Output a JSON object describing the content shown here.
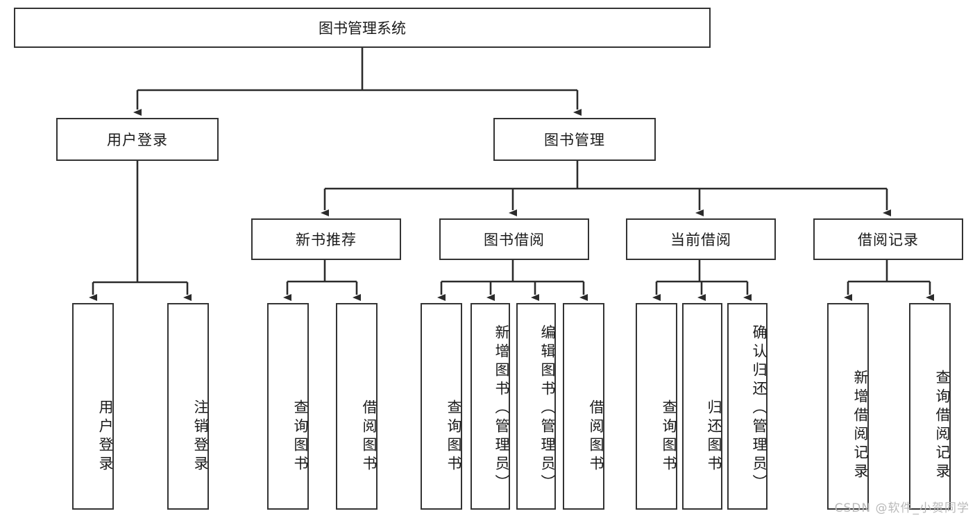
{
  "diagram": {
    "title_node": {
      "label": "图书管理系统"
    },
    "level2": [
      {
        "id": "user-login",
        "label": "用户登录"
      },
      {
        "id": "book-manage",
        "label": "图书管理"
      }
    ],
    "level3": [
      {
        "id": "new-book-recommend",
        "label": "新书推荐"
      },
      {
        "id": "book-borrow",
        "label": "图书借阅"
      },
      {
        "id": "current-borrow",
        "label": "当前借阅"
      },
      {
        "id": "borrow-record",
        "label": "借阅记录"
      }
    ],
    "leaves": [
      {
        "id": "leaf-user-login",
        "label": "用户登录",
        "parent": "user-login"
      },
      {
        "id": "leaf-user-logout",
        "label": "注销登录",
        "parent": "user-login"
      },
      {
        "id": "leaf-query-book-1",
        "label": "查询图书",
        "parent": "new-book-recommend"
      },
      {
        "id": "leaf-borrow-book-1",
        "label": "借阅图书",
        "parent": "new-book-recommend"
      },
      {
        "id": "leaf-query-book-2",
        "label": "查询图书",
        "parent": "book-borrow"
      },
      {
        "id": "leaf-add-book",
        "label": "新增图书（管理员）",
        "parent": "book-borrow"
      },
      {
        "id": "leaf-edit-book",
        "label": "编辑图书（管理员）",
        "parent": "book-borrow"
      },
      {
        "id": "leaf-borrow-book-2",
        "label": "借阅图书",
        "parent": "book-borrow"
      },
      {
        "id": "leaf-query-book-3",
        "label": "查询图书",
        "parent": "current-borrow"
      },
      {
        "id": "leaf-return-book",
        "label": "归还图书",
        "parent": "current-borrow"
      },
      {
        "id": "leaf-confirm-return",
        "label": "确认归还（管理员）",
        "parent": "current-borrow"
      },
      {
        "id": "leaf-add-record",
        "label": "新增借阅记录",
        "parent": "borrow-record"
      },
      {
        "id": "leaf-query-record",
        "label": "查询借阅记录",
        "parent": "borrow-record"
      }
    ],
    "watermark": "CSDN @软件_小贺同学",
    "colors": {
      "box_border": "#333333",
      "box_fill": "#ffffff",
      "connector": "#2b2b2b",
      "text": "#1a1a1a",
      "watermark": "#b9b9b9"
    }
  }
}
